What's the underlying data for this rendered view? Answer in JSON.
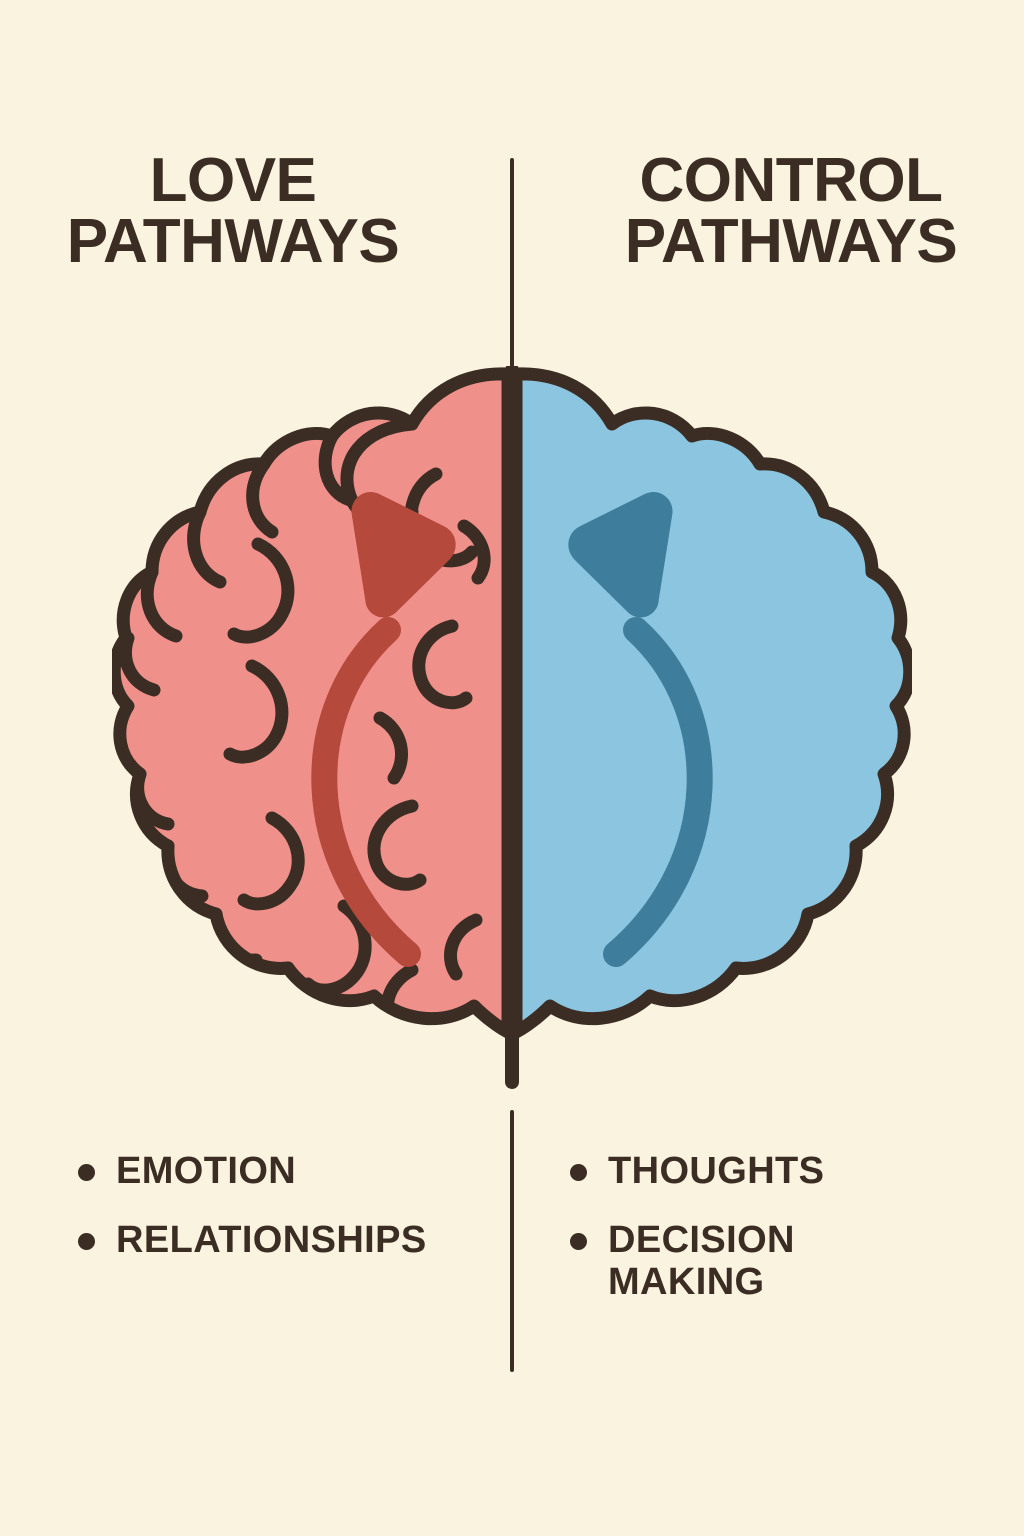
{
  "poster": {
    "background_color": "#FAF3DF",
    "ink_color": "#3B2D24"
  },
  "columns": {
    "left": {
      "title_line1": "LOVE",
      "title_line2": "PATHWAYS",
      "accent_fill": "#F0908B",
      "accent_arrow": "#B5493C",
      "bullets": [
        "EMOTION",
        "RELATIONSHIPS"
      ]
    },
    "right": {
      "title_line1": "CONTROL",
      "title_line2": "PATHWAYS",
      "accent_fill": "#8BC5DF",
      "accent_arrow": "#3E7E9C",
      "bullets": [
        "THOUGHTS",
        "DECISION MAKING"
      ]
    }
  },
  "illustration": {
    "name": "brain-top-view",
    "outline_color": "#3B2D24",
    "left_hemisphere_color": "#F0908B",
    "right_hemisphere_color": "#8BC5DF",
    "left_arrow_color": "#B5493C",
    "right_arrow_color": "#3E7E9C"
  }
}
